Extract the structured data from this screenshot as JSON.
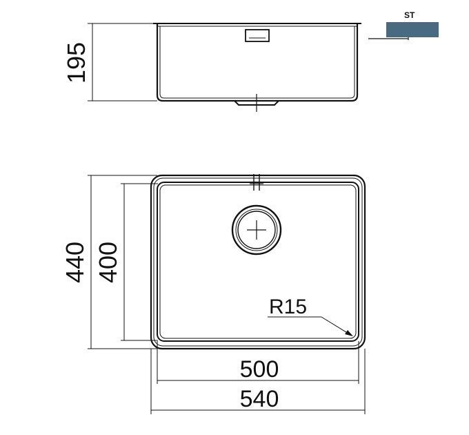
{
  "dimensions": {
    "depth": "195",
    "outer_length": "440",
    "inner_length": "400",
    "inner_width": "500",
    "outer_width": "540",
    "corner_radius": "R15"
  },
  "legend": {
    "label": "ST",
    "swatch_color": "#4a6a82"
  },
  "colors": {
    "line": "#111111",
    "background": "#ffffff"
  }
}
